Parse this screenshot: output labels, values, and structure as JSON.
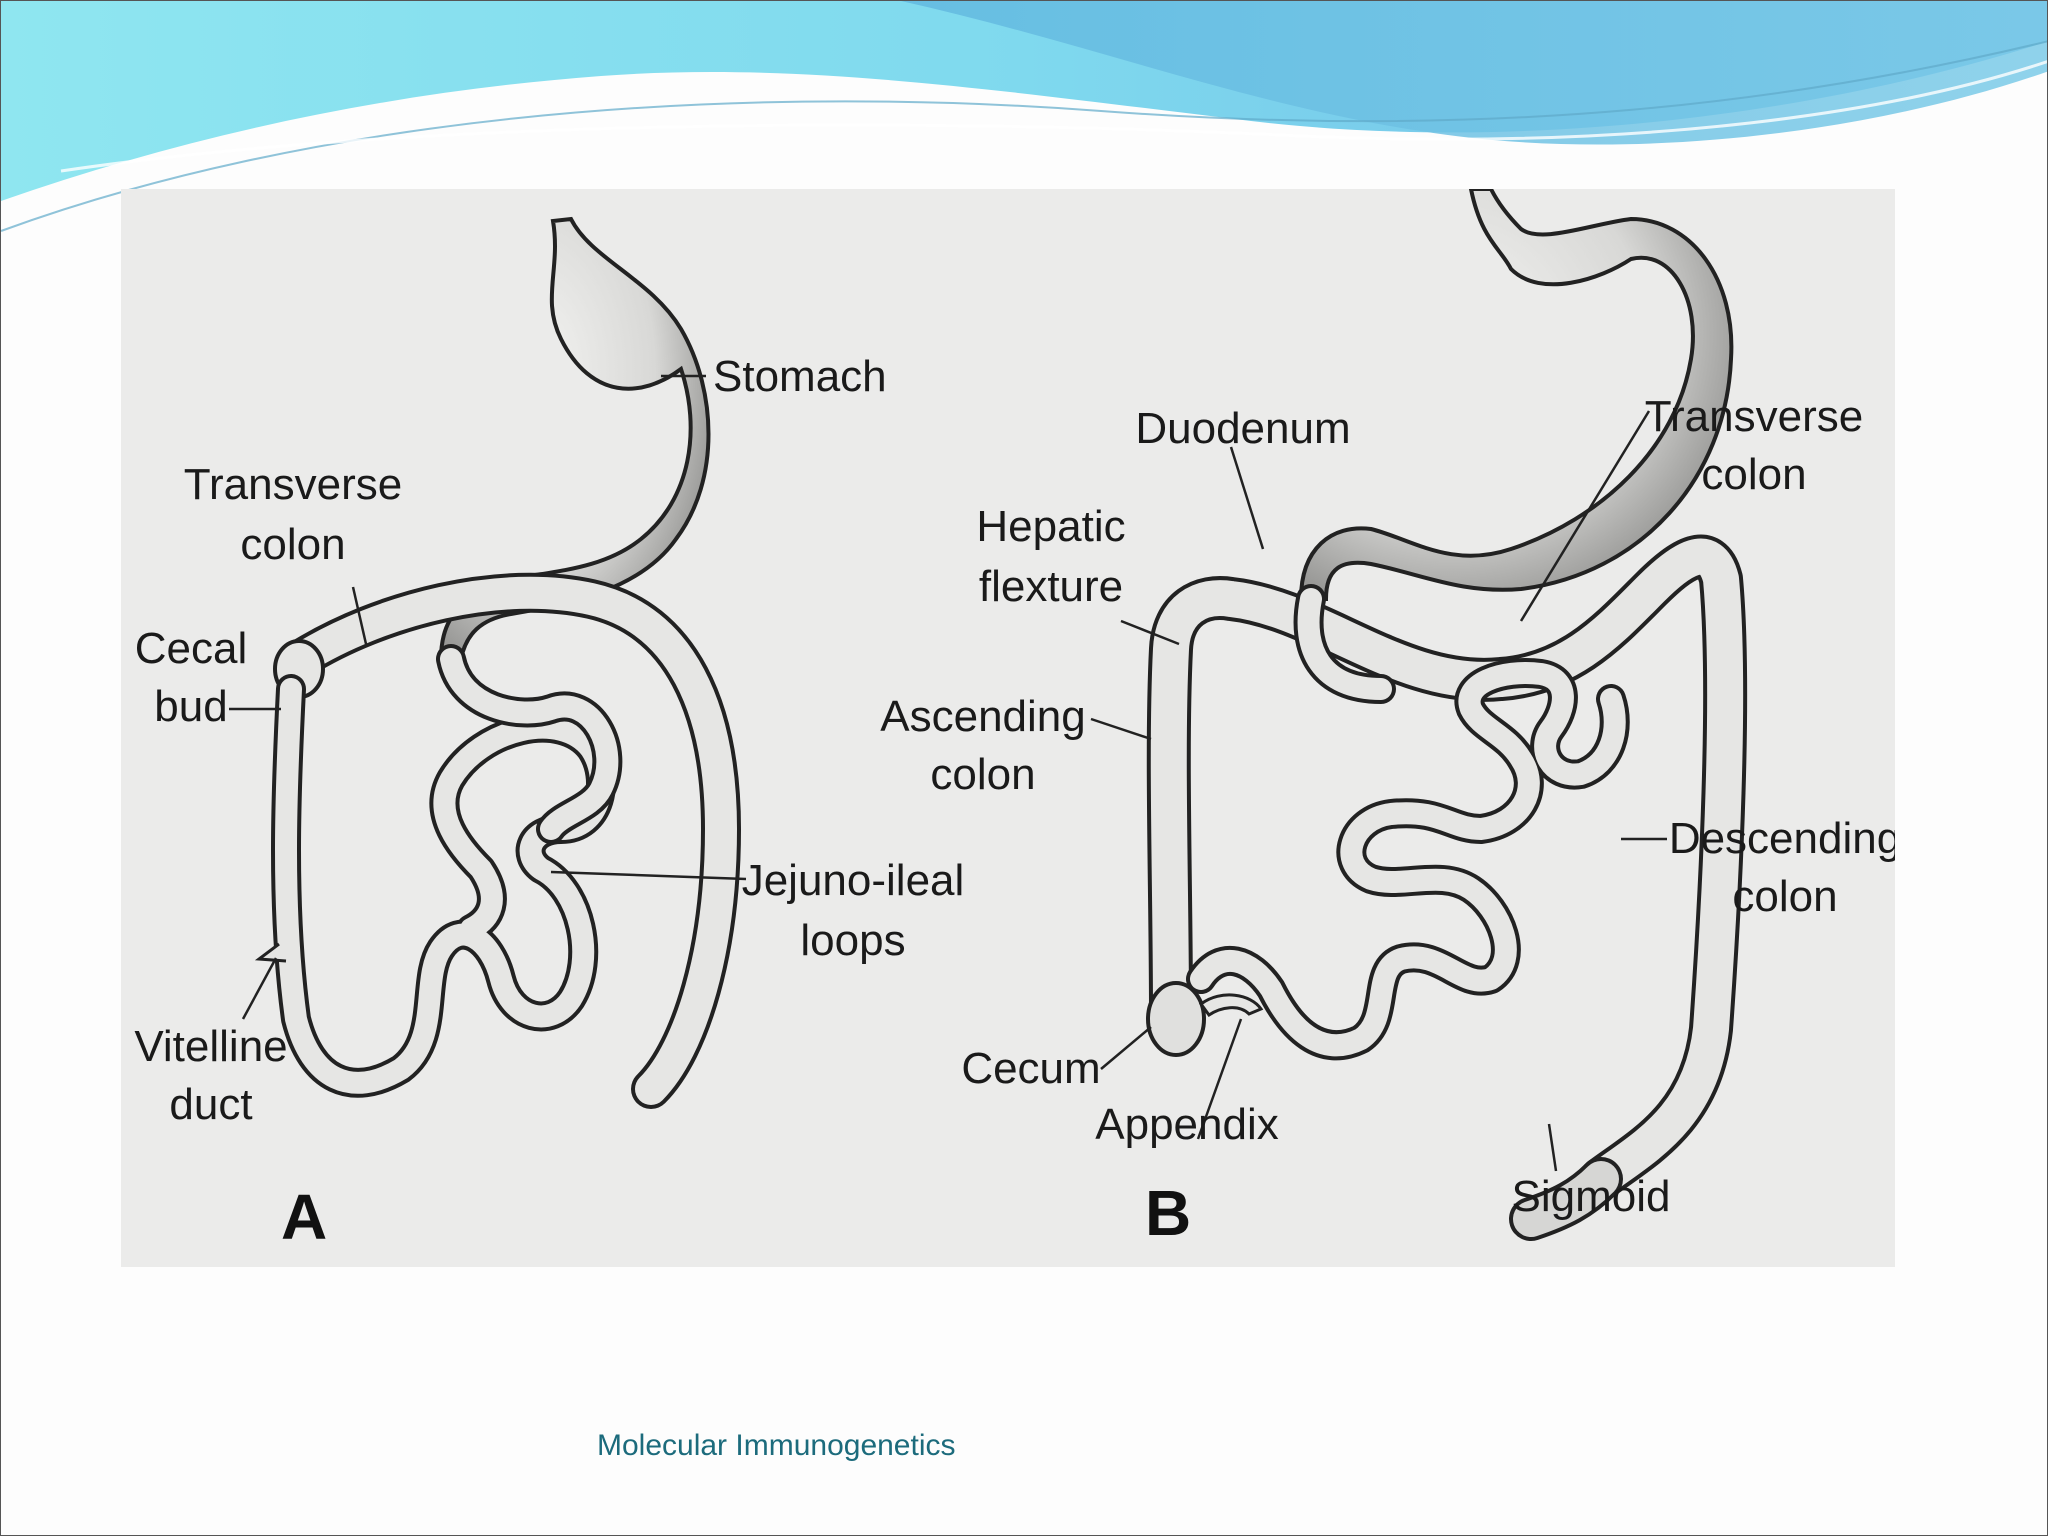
{
  "slide": {
    "footer_text": "Molecular Immunogenetics",
    "accent_color": "#7fd7ee"
  },
  "panel_a": {
    "letter": "A",
    "labels": {
      "stomach": "Stomach",
      "transverse_colon_1": "Transverse",
      "transverse_colon_2": "colon",
      "cecal_bud_1": "Cecal",
      "cecal_bud_2": "bud",
      "jejuno_ileal_1": "Jejuno-ileal",
      "jejuno_ileal_2": "loops",
      "vitelline_duct_1": "Vitelline",
      "vitelline_duct_2": "duct"
    }
  },
  "panel_b": {
    "letter": "B",
    "labels": {
      "duodenum": "Duodenum",
      "transverse_colon_1": "Transverse",
      "transverse_colon_2": "colon",
      "hepatic_flexture_1": "Hepatic",
      "hepatic_flexture_2": "flexture",
      "ascending_colon_1": "Ascending",
      "ascending_colon_2": "colon",
      "descending_colon_1": "Descending",
      "descending_colon_2": "colon",
      "cecum": "Cecum",
      "appendix": "Appendix",
      "sigmoid": "Sigmoid"
    }
  }
}
